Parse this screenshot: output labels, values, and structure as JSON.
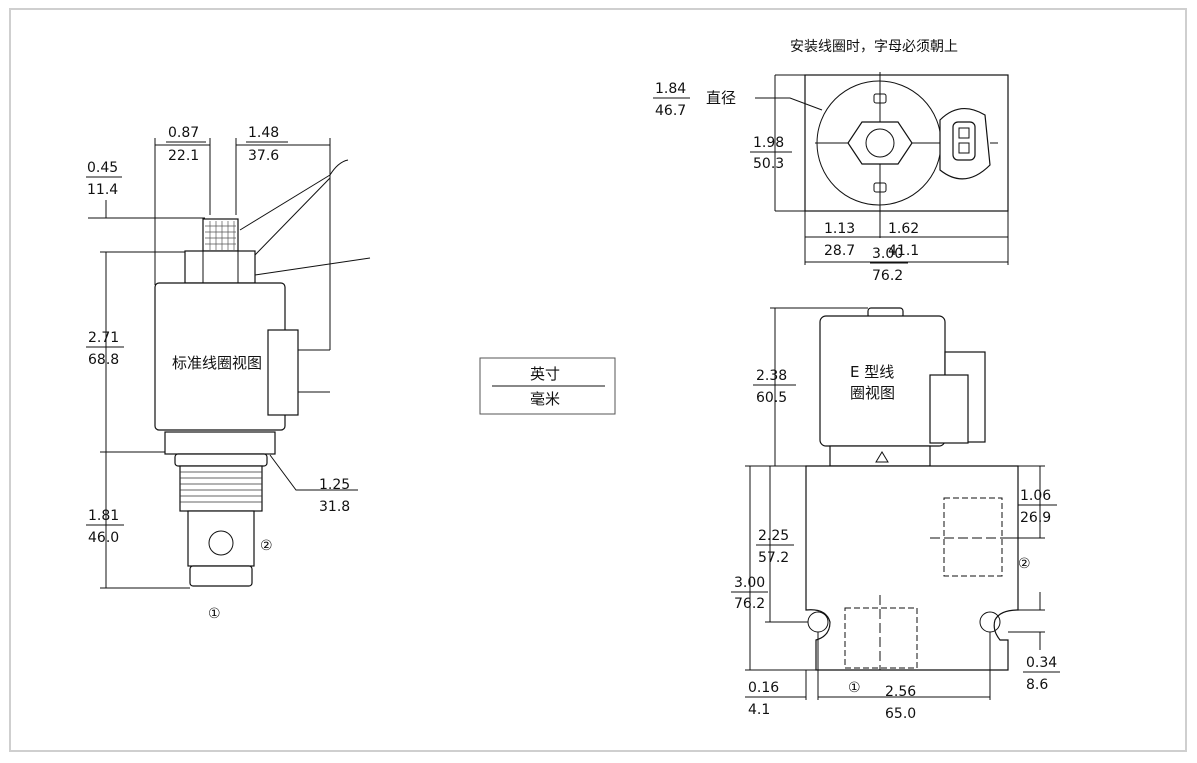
{
  "left_view": {
    "title": "标准线圈视图",
    "dims": {
      "top_width_in": "0.87",
      "top_width_mm": "22.1",
      "overall_width_in": "1.48",
      "overall_width_mm": "37.6",
      "nut_height_in": "0.45",
      "nut_height_mm": "11.4",
      "coil_height_in": "2.71",
      "coil_height_mm": "68.8",
      "hex_in": "1.25",
      "hex_mm": "31.8",
      "cartridge_in": "1.81",
      "cartridge_mm": "46.0"
    },
    "port_1": "①",
    "port_2": "②"
  },
  "legend": {
    "inch": "英寸",
    "mm": "毫米"
  },
  "top_view": {
    "note": "安装线圈时，字母必须朝上",
    "diameter_label": "直径",
    "dims": {
      "dia_in": "1.84",
      "dia_mm": "46.7",
      "height_in": "1.98",
      "height_mm": "50.3",
      "left_in": "1.13",
      "left_mm": "28.7",
      "right_in": "1.62",
      "right_mm": "41.1",
      "width_in": "3.00",
      "width_mm": "76.2"
    }
  },
  "side_view": {
    "title_line1": "E 型线",
    "title_line2": "圈视图",
    "dims": {
      "coil_in": "2.38",
      "coil_mm": "60.5",
      "port2_in": "2.25",
      "port2_mm": "57.2",
      "body_in": "3.00",
      "body_mm": "76.2",
      "port2_right_in": "1.06",
      "port2_right_mm": "26.9",
      "hole_in": "0.34",
      "hole_mm": "8.6",
      "edge_in": "0.16",
      "edge_mm": "4.1",
      "holes_in": "2.56",
      "holes_mm": "65.0"
    },
    "port_1": "①",
    "port_2": "②"
  }
}
